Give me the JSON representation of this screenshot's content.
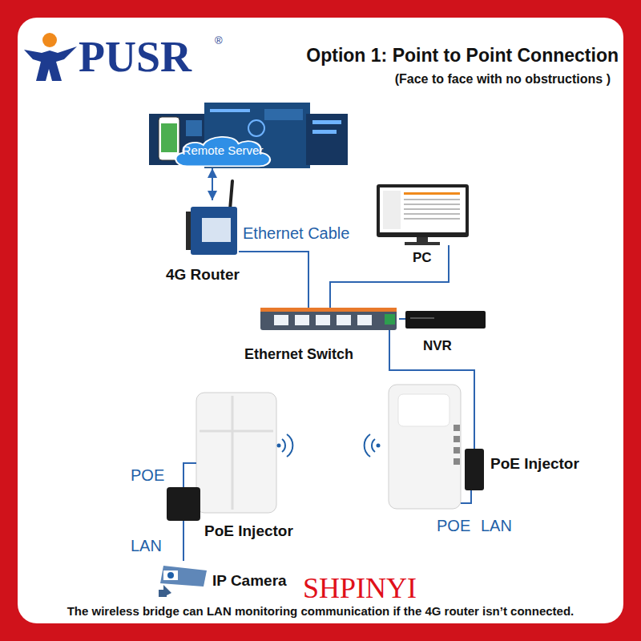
{
  "diagram": {
    "title": "Option 1: Point to Point Connection",
    "caption": "The wireless bridge can LAN monitoring communication if the 4G router isn’t connected.",
    "nodes": [
      {
        "text": [
          "Remote Server"
        ]
      },
      {
        "text": [
          "4G Router"
        ]
      },
      {
        "text": [
          "PC"
        ]
      },
      {
        "text": [
          "Ethernet Switch"
        ]
      },
      {
        "text": [
          "NVR"
        ]
      },
      {
        "text": [
          "PoE Injector"
        ]
      },
      {
        "text": [
          "IP Camera"
        ]
      },
      {
        "text": [
          "PoE Injector"
        ]
      }
    ],
    "edges": [
      {
        "from": 0,
        "to": 1,
        "arrow": "both"
      },
      {
        "from": 1,
        "to": 3,
        "arrow": "none"
      },
      {
        "from": 2,
        "to": 3,
        "arrow": "none"
      },
      {
        "from": 3,
        "to": 4,
        "arrow": "none"
      },
      {
        "from": 3,
        "to": 7,
        "arrow": "none"
      },
      {
        "from": 5,
        "to": 6,
        "arrow": "none"
      }
    ],
    "labels": [
      "PUSR",
      "®",
      "(Face to face with no obstructions )",
      "Ethernet Cable",
      "POE",
      "LAN",
      "POE",
      "LAN",
      "SHPINYI"
    ]
  }
}
